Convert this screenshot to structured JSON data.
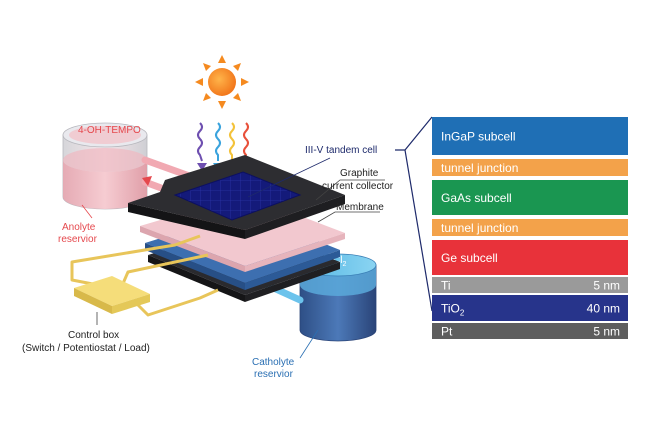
{
  "labels": {
    "anolyte_top": "4-OH-TEMPO",
    "anolyte_res_1": "Anolyte",
    "anolyte_res_2": "reservior",
    "tandem_cell": "III-V tandem cell",
    "graphite_1": "Graphite",
    "graphite_2": "current collector",
    "membrane": "Membrane",
    "mvcl_main": "MVCl",
    "mvcl_sub": "2",
    "control_1": "Control box",
    "control_2": "(Switch / Potentiostat / Load)",
    "catholyte_1": "Catholyte",
    "catholyte_2": "reservior"
  },
  "stack": {
    "layers": [
      {
        "name": "InGaP subcell",
        "thickness": "",
        "color": "#1f6fb5"
      },
      {
        "name": "tunnel junction",
        "thickness": "",
        "color": "#f3a24a"
      },
      {
        "name": "GaAs subcell",
        "thickness": "",
        "color": "#1a9651"
      },
      {
        "name": "tunnel junction",
        "thickness": "",
        "color": "#f3a24a"
      },
      {
        "name": "Ge subcell",
        "thickness": "",
        "color": "#e8323a"
      },
      {
        "name": "Ti",
        "thickness": "5 nm",
        "color": "#9a9a9a"
      },
      {
        "name": "TiO",
        "sub": "2",
        "thickness": "40 nm",
        "color": "#27348b"
      },
      {
        "name": "Pt",
        "thickness": "5 nm",
        "color": "#5e5e5e"
      }
    ]
  },
  "colors": {
    "anolyte_label": "#e5484d",
    "catholyte_label": "#2a6fb3",
    "tandem_label": "#1e2a6b",
    "sun": "#f58a1f"
  }
}
